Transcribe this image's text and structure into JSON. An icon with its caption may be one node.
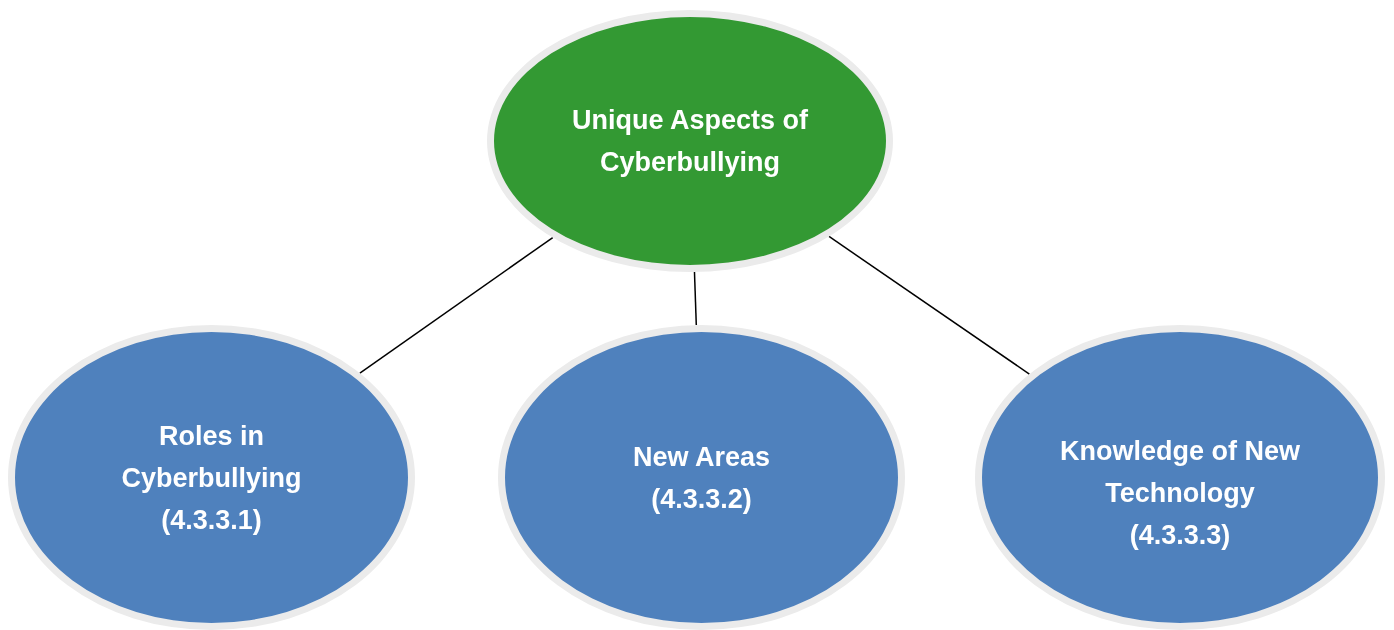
{
  "diagram": {
    "nodes": [
      {
        "text": [
          "Unique Aspects of Cyberbullying"
        ]
      },
      {
        "text": [
          "Roles in Cyberbullying",
          "(4.3.3.1)"
        ]
      },
      {
        "text": [
          "New Areas",
          "(4.3.3.2)"
        ]
      },
      {
        "text": [
          "Knowledge of New Technology",
          "(4.3.3.3)"
        ]
      }
    ],
    "edges": [
      {
        "from": 0,
        "to": 1,
        "arrow": "none"
      },
      {
        "from": 0,
        "to": 2,
        "arrow": "none"
      },
      {
        "from": 0,
        "to": 3,
        "arrow": "none"
      }
    ]
  }
}
